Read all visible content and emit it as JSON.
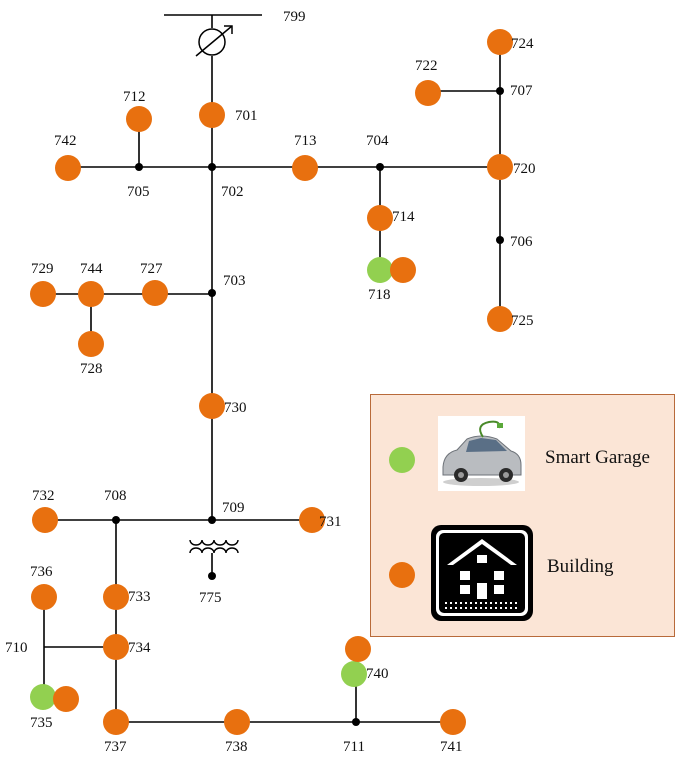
{
  "colors": {
    "building": "#e8700f",
    "garage": "#92d050",
    "legend_bg": "#fbe5d6",
    "legend_border": "#b86a3a",
    "line": "#000000"
  },
  "nodes": {
    "n799": "799",
    "n701": "701",
    "n712": "712",
    "n742": "742",
    "n705": "705",
    "n702": "702",
    "n713": "713",
    "n704": "704",
    "n714": "714",
    "n718": "718",
    "n720": "720",
    "n722": "722",
    "n707": "707",
    "n724": "724",
    "n706": "706",
    "n725": "725",
    "n729": "729",
    "n744": "744",
    "n727": "727",
    "n703": "703",
    "n728": "728",
    "n730": "730",
    "n732": "732",
    "n708": "708",
    "n709": "709",
    "n731": "731",
    "n775": "775",
    "n736": "736",
    "n733": "733",
    "n710": "710",
    "n734": "734",
    "n740": "740",
    "n735": "735",
    "n737": "737",
    "n738": "738",
    "n711": "711",
    "n741": "741"
  },
  "legend": {
    "smart_garage": {
      "label": "Smart Garage",
      "icon": "car-icon",
      "color": "#92d050"
    },
    "building": {
      "label": "Building",
      "icon": "house-icon",
      "color": "#e8700f"
    }
  }
}
